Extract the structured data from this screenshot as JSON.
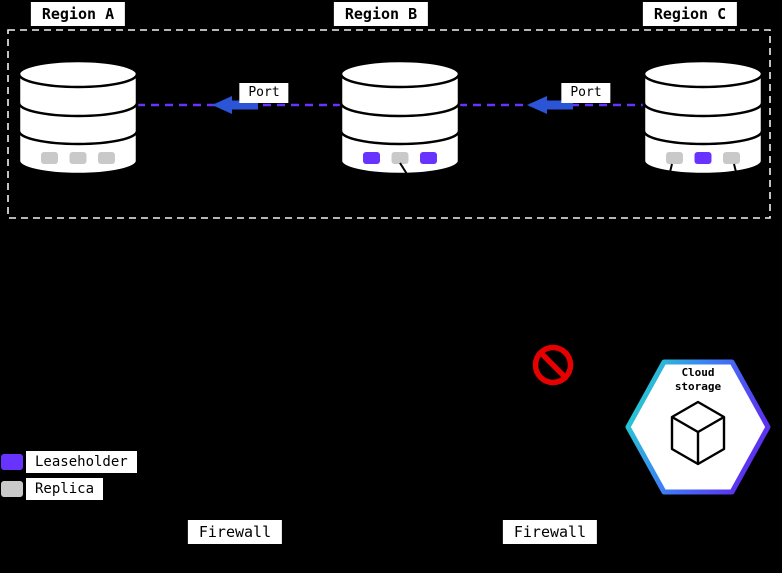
{
  "colors": {
    "background": "#000000",
    "leaseholder": "#6933ff",
    "replica": "#c9c9c9",
    "arrow_blue": "#2b55d6",
    "link_purple": "#6933ff",
    "no_symbol_red": "#e60000",
    "boundary_dash": "#f2f2f2",
    "hexagon_gradient": [
      "#1fe0c4",
      "#3b82f6",
      "#5b33f0"
    ]
  },
  "regions": [
    {
      "label": "Region A",
      "slots": [
        "replica",
        "replica",
        "replica"
      ]
    },
    {
      "label": "Region B",
      "slots": [
        "leaseholder",
        "replica",
        "leaseholder"
      ]
    },
    {
      "label": "Region C",
      "slots": [
        "replica",
        "leaseholder",
        "replica"
      ]
    }
  ],
  "connections": [
    {
      "label": "Port"
    },
    {
      "label": "Port"
    }
  ],
  "legend": {
    "items": [
      {
        "label": "Leaseholder",
        "role": "leaseholder"
      },
      {
        "label": "Replica",
        "role": "replica"
      }
    ]
  },
  "firewalls": [
    {
      "label": "Firewall"
    },
    {
      "label": "Firewall"
    }
  ],
  "cloud_storage": {
    "label": "Cloud storage"
  }
}
